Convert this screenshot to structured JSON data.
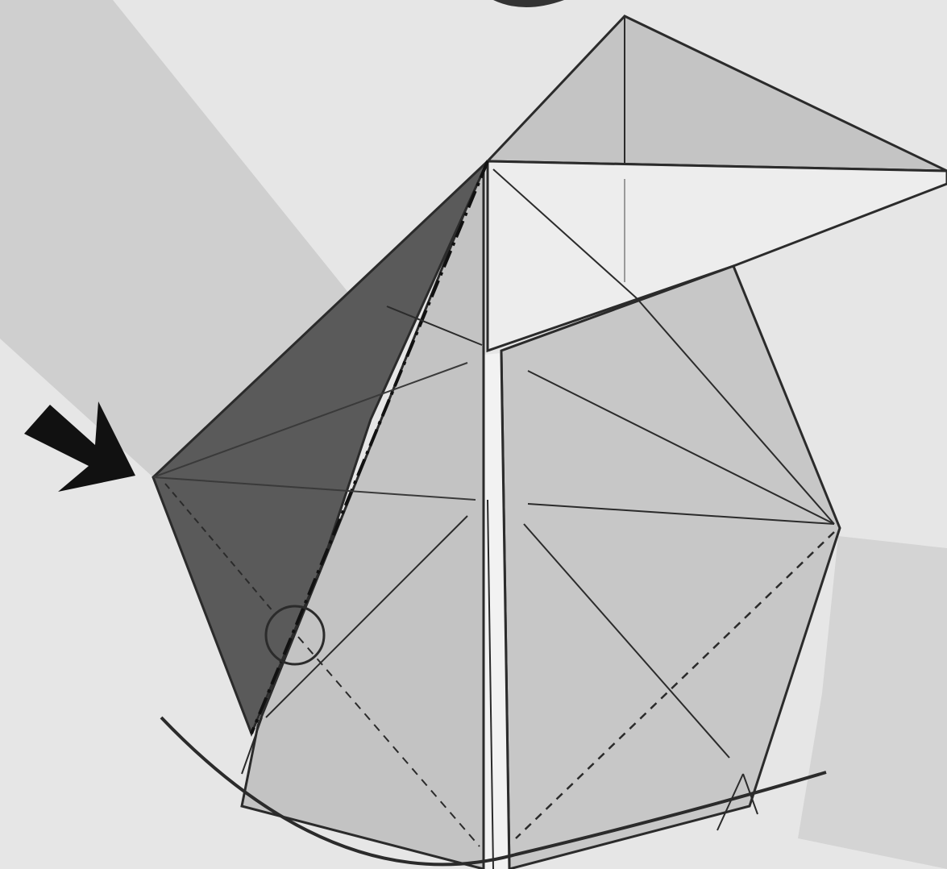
{
  "figure": {
    "kind": "origami folding step",
    "colors": {
      "background": "#e6e6e6",
      "shadow_band": "#cfcfcf",
      "paper": "#c6c6c6",
      "paper_light": "#ededed",
      "flap": "#5a5a5a",
      "line": "#2b2b2b",
      "arrow": "#111111"
    },
    "symbols": {
      "arrow": "push-arrow-icon",
      "circle": "reference-point-circle",
      "arc": "rotation-arc",
      "dashed": "valley-fold-line",
      "dash_dot": "mountain-fold-line"
    }
  }
}
